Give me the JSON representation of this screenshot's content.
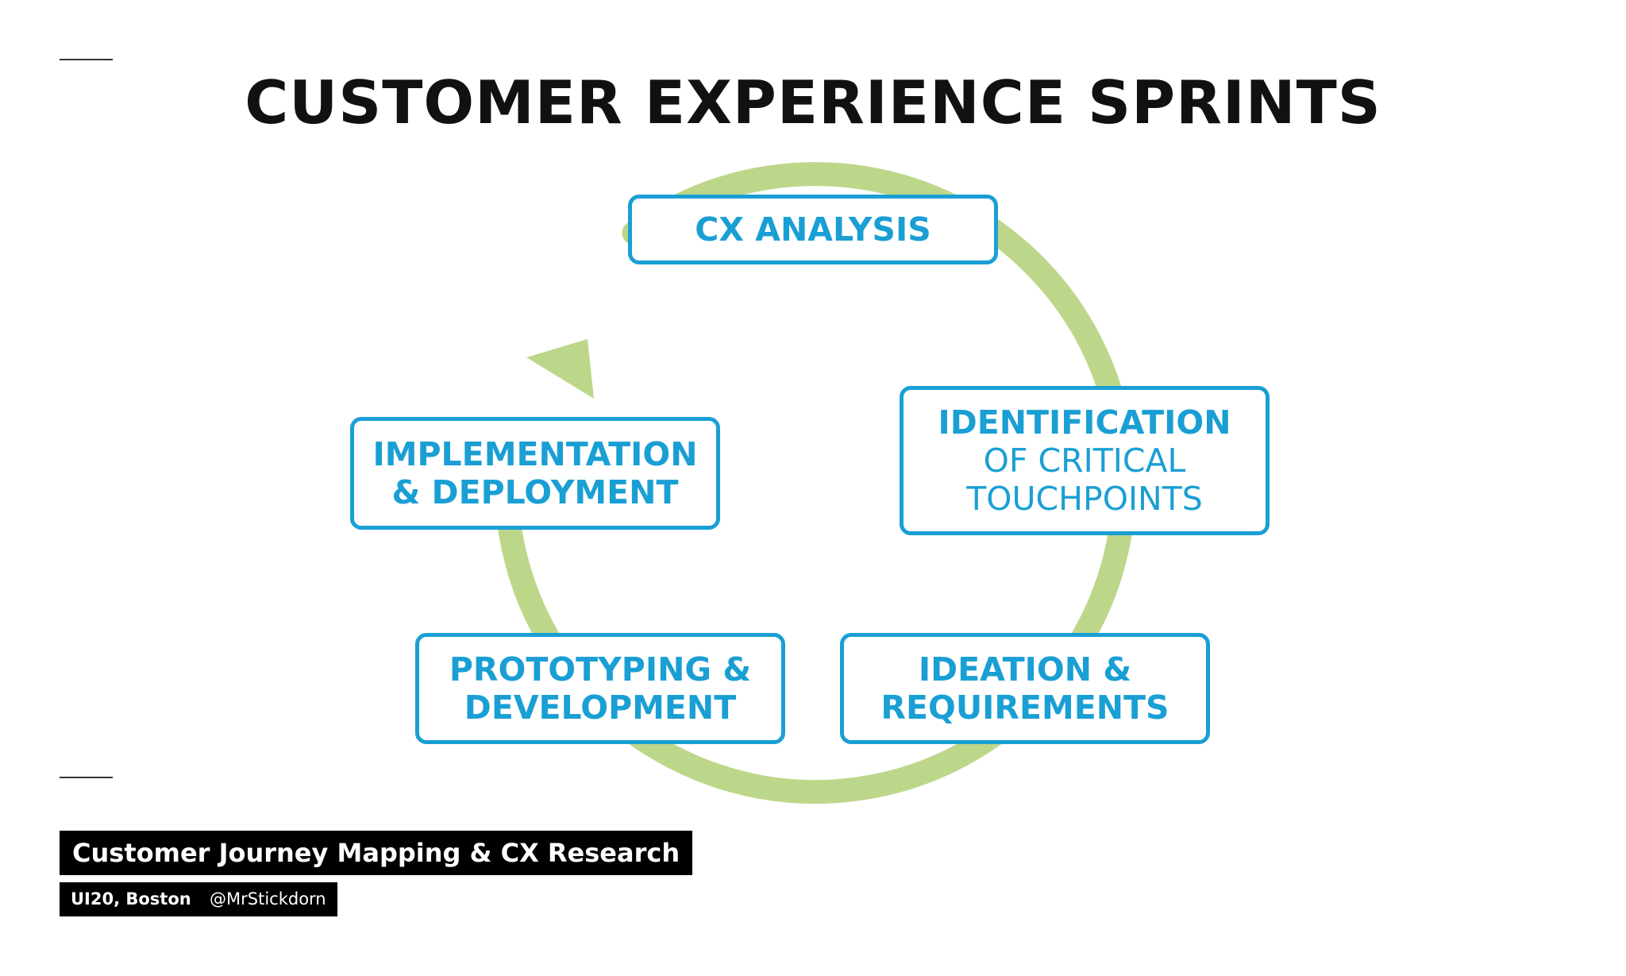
{
  "title": "CUSTOMER EXPERIENCE SPRINTS",
  "colors": {
    "box_border": "#1a9fd4",
    "cycle_arrow": "#bdd78a",
    "title": "#111111"
  },
  "stages": {
    "analysis": {
      "bold": "CX ANALYSIS"
    },
    "identification": {
      "bold": "IDENTIFICATION",
      "line2": "OF CRITICAL",
      "line3": "TOUCHPOINTS"
    },
    "ideation": {
      "line1": "IDEATION &",
      "line2": "REQUIREMENTS"
    },
    "prototyping": {
      "line1": "PROTOTYPING &",
      "line2": "DEVELOPMENT"
    },
    "implementation": {
      "line1": "IMPLEMENTATION",
      "line2": "& DEPLOYMENT"
    }
  },
  "footer": {
    "main": "Customer Journey Mapping & CX Research",
    "event": "UI20, Boston",
    "handle": "@MrStickdorn"
  }
}
